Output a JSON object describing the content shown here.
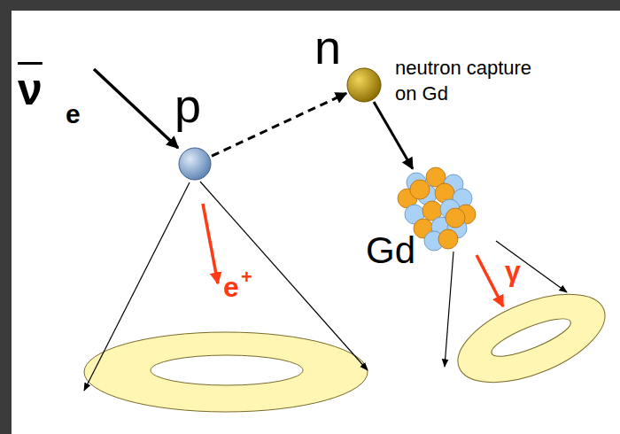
{
  "diagram": {
    "nodes": [
      {
        "text": [
          "p"
        ]
      },
      {
        "text": [
          "n"
        ]
      },
      {
        "text": [
          "Gd"
        ]
      }
    ],
    "edges": [
      {
        "from": 0,
        "to": 1,
        "arrow": "to"
      },
      {
        "from": 1,
        "to": 2,
        "arrow": "to"
      }
    ],
    "labels": [
      "ν",
      "e",
      "neutron capture on Gd",
      "e",
      "+",
      "γ"
    ]
  }
}
